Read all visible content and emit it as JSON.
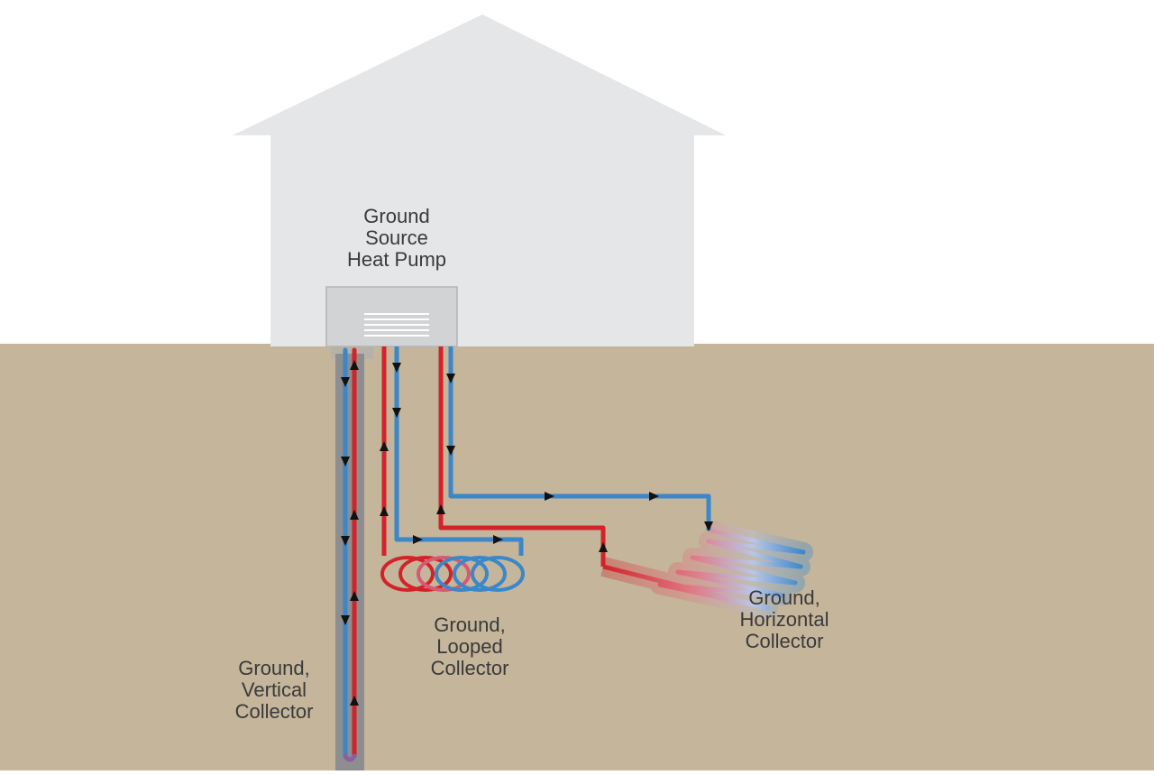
{
  "colors": {
    "ground": "#c4b59b",
    "house": "#e5e6e8",
    "pump_unit": "#d2d3d5",
    "hot_pipe": "#d2232a",
    "cold_pipe": "#3b87c8",
    "borehole": "#8e8e90",
    "arrow": "#111111",
    "text": "#3a3a3a"
  },
  "labels": {
    "pump": [
      "Ground",
      "Source",
      "Heat Pump"
    ],
    "vertical": [
      "Ground,",
      "Vertical",
      "Collector"
    ],
    "looped": [
      "Ground,",
      "Looped",
      "Collector"
    ],
    "horizontal": [
      "Ground,",
      "Horizontal",
      "Collector"
    ]
  }
}
